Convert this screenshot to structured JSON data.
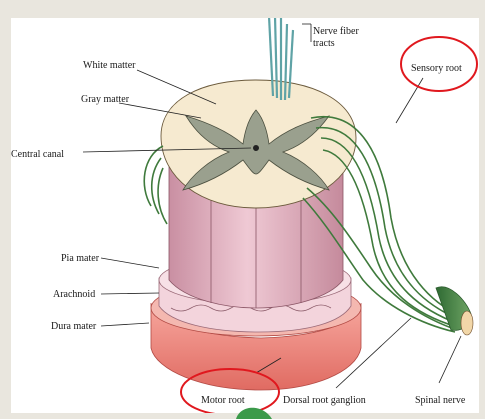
{
  "diagram": {
    "labels": {
      "white_matter": "White matter",
      "gray_matter": "Gray matter",
      "central_canal": "Central canal",
      "nerve_fiber_tracts_1": "Nerve fiber",
      "nerve_fiber_tracts_2": "tracts",
      "sensory_root": "Sensory root",
      "pia_mater": "Pia mater",
      "arachnoid": "Arachnoid",
      "dura_mater": "Dura mater",
      "motor_root": "Motor root",
      "dorsal_root_ganglion": "Dorsal root ganglion",
      "spinal_nerve": "Spinal nerve"
    },
    "highlighted": [
      "Sensory root",
      "Motor root"
    ],
    "colors": {
      "highlight_ring": "#e0181e",
      "white_matter": "#f6ead0",
      "gray_matter": "#9aa08e",
      "nerve_green": "#3f7a3c",
      "dura": "#ec7d74",
      "column_pink": "#e3b6c3"
    }
  }
}
